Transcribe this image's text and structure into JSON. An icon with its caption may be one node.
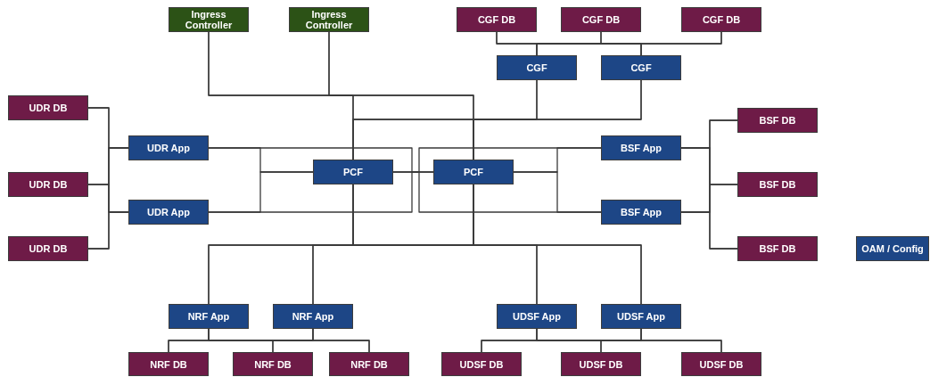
{
  "diagram": {
    "nodes": [
      {
        "text": [
          "Ingress Controller"
        ]
      },
      {
        "text": [
          "Ingress Controller"
        ]
      },
      {
        "text": [
          "CGF DB"
        ]
      },
      {
        "text": [
          "CGF DB"
        ]
      },
      {
        "text": [
          "CGF DB"
        ]
      },
      {
        "text": [
          "CGF"
        ]
      },
      {
        "text": [
          "CGF"
        ]
      },
      {
        "text": [
          "UDR DB"
        ]
      },
      {
        "text": [
          "UDR DB"
        ]
      },
      {
        "text": [
          "UDR DB"
        ]
      },
      {
        "text": [
          "UDR App"
        ]
      },
      {
        "text": [
          "UDR App"
        ]
      },
      {
        "text": [
          "PCF"
        ]
      },
      {
        "text": [
          "PCF"
        ]
      },
      {
        "text": [
          "BSF App"
        ]
      },
      {
        "text": [
          "BSF App"
        ]
      },
      {
        "text": [
          "BSF DB"
        ]
      },
      {
        "text": [
          "BSF DB"
        ]
      },
      {
        "text": [
          "BSF DB"
        ]
      },
      {
        "text": [
          "OAM / Config"
        ]
      },
      {
        "text": [
          "NRF App"
        ]
      },
      {
        "text": [
          "NRF App"
        ]
      },
      {
        "text": [
          "UDSF App"
        ]
      },
      {
        "text": [
          "UDSF App"
        ]
      },
      {
        "text": [
          "NRF DB"
        ]
      },
      {
        "text": [
          "NRF DB"
        ]
      },
      {
        "text": [
          "NRF DB"
        ]
      },
      {
        "text": [
          "UDSF DB"
        ]
      },
      {
        "text": [
          "UDSF DB"
        ]
      },
      {
        "text": [
          "UDSF DB"
        ]
      }
    ],
    "edges": [
      {
        "from": 0,
        "to": 12,
        "arrow": "none"
      },
      {
        "from": 0,
        "to": 13,
        "arrow": "none"
      },
      {
        "from": 1,
        "to": 12,
        "arrow": "none"
      },
      {
        "from": 1,
        "to": 13,
        "arrow": "none"
      },
      {
        "from": 2,
        "to": 5,
        "arrow": "none"
      },
      {
        "from": 3,
        "to": 5,
        "arrow": "none"
      },
      {
        "from": 4,
        "to": 5,
        "arrow": "none"
      },
      {
        "from": 2,
        "to": 6,
        "arrow": "none"
      },
      {
        "from": 3,
        "to": 6,
        "arrow": "none"
      },
      {
        "from": 4,
        "to": 6,
        "arrow": "none"
      },
      {
        "from": 5,
        "to": 12,
        "arrow": "none"
      },
      {
        "from": 5,
        "to": 13,
        "arrow": "none"
      },
      {
        "from": 6,
        "to": 12,
        "arrow": "none"
      },
      {
        "from": 6,
        "to": 13,
        "arrow": "none"
      },
      {
        "from": 7,
        "to": 10,
        "arrow": "none"
      },
      {
        "from": 8,
        "to": 10,
        "arrow": "none"
      },
      {
        "from": 9,
        "to": 10,
        "arrow": "none"
      },
      {
        "from": 7,
        "to": 11,
        "arrow": "none"
      },
      {
        "from": 8,
        "to": 11,
        "arrow": "none"
      },
      {
        "from": 9,
        "to": 11,
        "arrow": "none"
      },
      {
        "from": 10,
        "to": 12,
        "arrow": "none"
      },
      {
        "from": 11,
        "to": 12,
        "arrow": "none"
      },
      {
        "from": 10,
        "to": 13,
        "arrow": "none"
      },
      {
        "from": 11,
        "to": 13,
        "arrow": "none"
      },
      {
        "from": 14,
        "to": 12,
        "arrow": "none"
      },
      {
        "from": 15,
        "to": 12,
        "arrow": "none"
      },
      {
        "from": 14,
        "to": 13,
        "arrow": "none"
      },
      {
        "from": 15,
        "to": 13,
        "arrow": "none"
      },
      {
        "from": 14,
        "to": 16,
        "arrow": "none"
      },
      {
        "from": 14,
        "to": 17,
        "arrow": "none"
      },
      {
        "from": 14,
        "to": 18,
        "arrow": "none"
      },
      {
        "from": 15,
        "to": 16,
        "arrow": "none"
      },
      {
        "from": 15,
        "to": 17,
        "arrow": "none"
      },
      {
        "from": 15,
        "to": 18,
        "arrow": "none"
      },
      {
        "from": 12,
        "to": 20,
        "arrow": "none"
      },
      {
        "from": 13,
        "to": 20,
        "arrow": "none"
      },
      {
        "from": 12,
        "to": 21,
        "arrow": "none"
      },
      {
        "from": 13,
        "to": 21,
        "arrow": "none"
      },
      {
        "from": 12,
        "to": 22,
        "arrow": "none"
      },
      {
        "from": 13,
        "to": 22,
        "arrow": "none"
      },
      {
        "from": 12,
        "to": 23,
        "arrow": "none"
      },
      {
        "from": 13,
        "to": 23,
        "arrow": "none"
      },
      {
        "from": 20,
        "to": 24,
        "arrow": "none"
      },
      {
        "from": 20,
        "to": 25,
        "arrow": "none"
      },
      {
        "from": 20,
        "to": 26,
        "arrow": "none"
      },
      {
        "from": 21,
        "to": 24,
        "arrow": "none"
      },
      {
        "from": 21,
        "to": 25,
        "arrow": "none"
      },
      {
        "from": 21,
        "to": 26,
        "arrow": "none"
      },
      {
        "from": 22,
        "to": 27,
        "arrow": "none"
      },
      {
        "from": 22,
        "to": 28,
        "arrow": "none"
      },
      {
        "from": 22,
        "to": 29,
        "arrow": "none"
      },
      {
        "from": 23,
        "to": 27,
        "arrow": "none"
      },
      {
        "from": 23,
        "to": 28,
        "arrow": "none"
      },
      {
        "from": 23,
        "to": 29,
        "arrow": "none"
      }
    ]
  }
}
